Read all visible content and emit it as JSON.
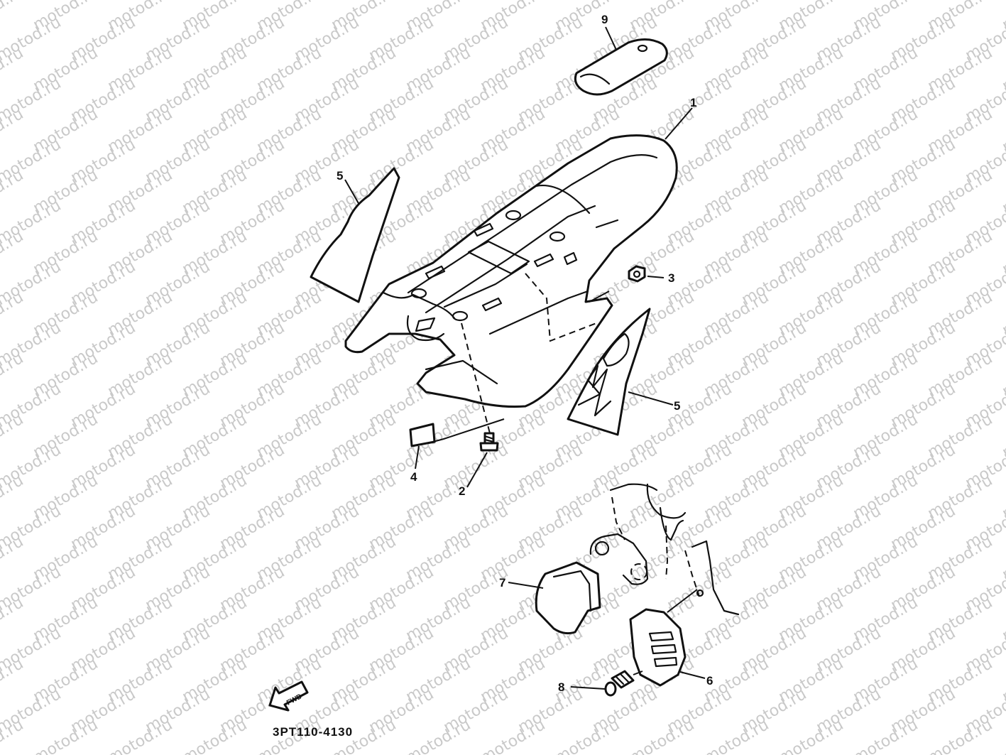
{
  "watermark": {
    "text": "motod.ru"
  },
  "callouts": [
    {
      "id": "9",
      "label": "9"
    },
    {
      "id": "1",
      "label": "1"
    },
    {
      "id": "5a",
      "label": "5"
    },
    {
      "id": "3",
      "label": "3"
    },
    {
      "id": "5b",
      "label": "5"
    },
    {
      "id": "4",
      "label": "4"
    },
    {
      "id": "2",
      "label": "2"
    },
    {
      "id": "7",
      "label": "7"
    },
    {
      "id": "8",
      "label": "8"
    },
    {
      "id": "6",
      "label": "6"
    }
  ],
  "forward_arrow": {
    "label": "FWD"
  },
  "diagram_code": "3PT110-4130"
}
